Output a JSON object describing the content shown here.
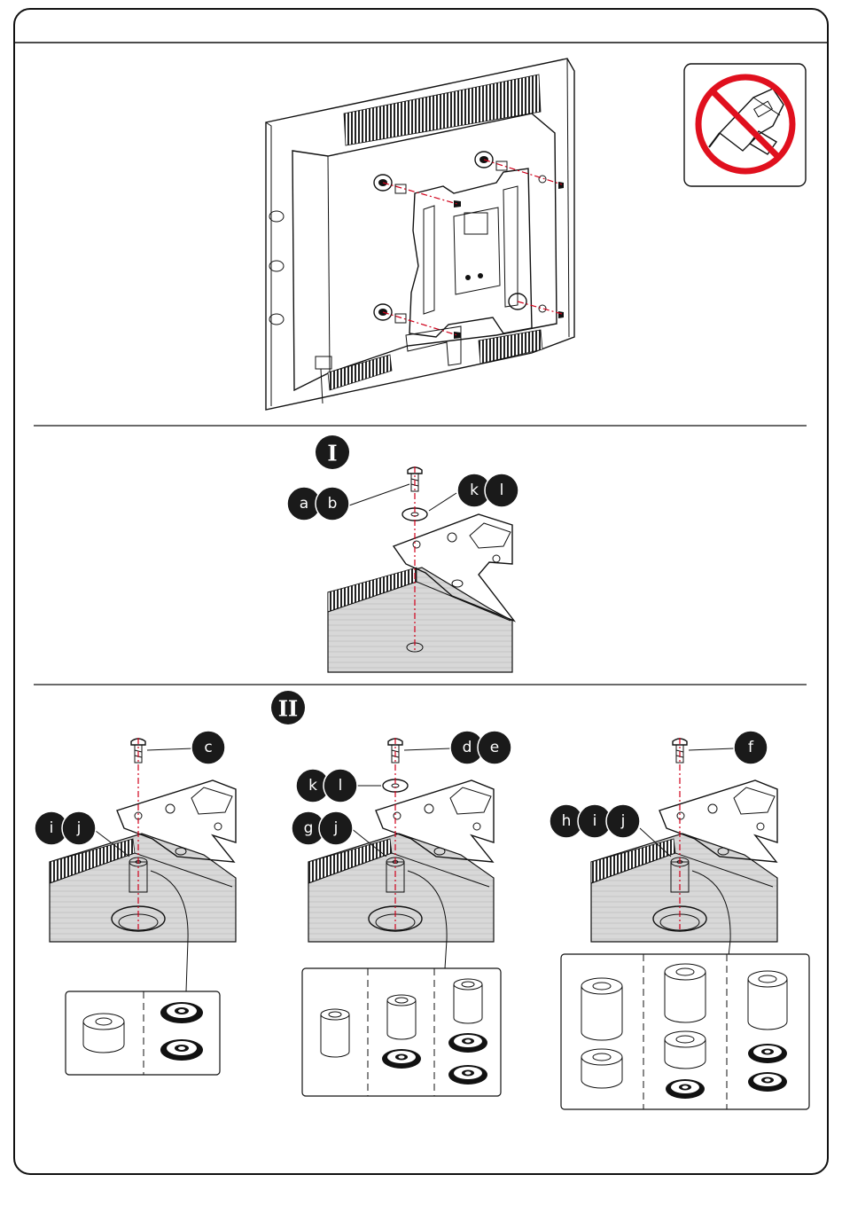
{
  "step_markers": {
    "step1": "I",
    "step2": "II"
  },
  "step1": {
    "callout_screw": [
      "a",
      "b"
    ],
    "callout_washer": [
      "k",
      "l"
    ]
  },
  "step2": {
    "left": {
      "callout_screw": [
        "c"
      ],
      "callout_spacer": [
        "i",
        "j"
      ]
    },
    "middle": {
      "callout_screw": [
        "d",
        "e"
      ],
      "callout_washer": [
        "k",
        "l"
      ],
      "callout_spacer": [
        "g",
        "j"
      ]
    },
    "right": {
      "callout_screw": [
        "f"
      ],
      "callout_spacer": [
        "h",
        "i",
        "j"
      ]
    }
  },
  "icons": {
    "no_power_drill": "no-power-drill-icon",
    "marker_fill": "#1a1a1a",
    "axis_color": "#d0001a",
    "panel_fill": "#dcdcdc"
  }
}
